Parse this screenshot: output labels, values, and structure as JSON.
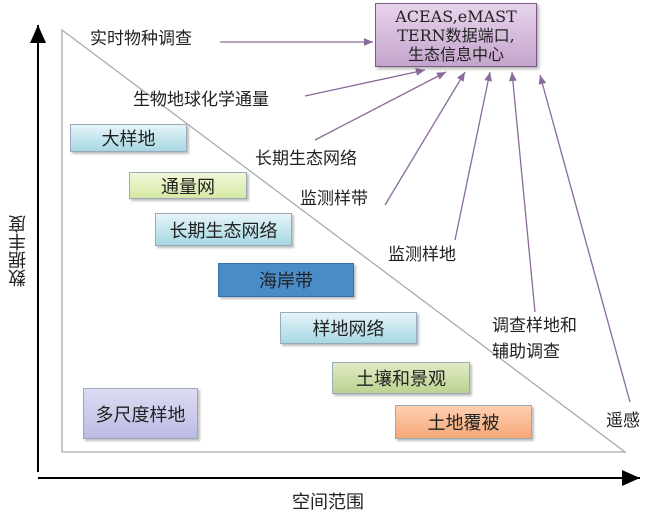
{
  "center": {
    "line1": "ACEAS,eMAST",
    "line2": "TERN数据端口,",
    "line3": "生态信息中心"
  },
  "sources": [
    "实时物种调查",
    "生物地球化学通量",
    "长期生态网络",
    "监测样带",
    "监测样地",
    "调查样地和",
    "辅助调查",
    "遥感"
  ],
  "boxes": [
    "大样地",
    "通量网",
    "长期生态网络",
    "海岸带",
    "样地网络",
    "土壤和景观",
    "土地覆被",
    "多尺度样地"
  ],
  "axes": {
    "y": "数据丰度",
    "x": "空间范围"
  }
}
